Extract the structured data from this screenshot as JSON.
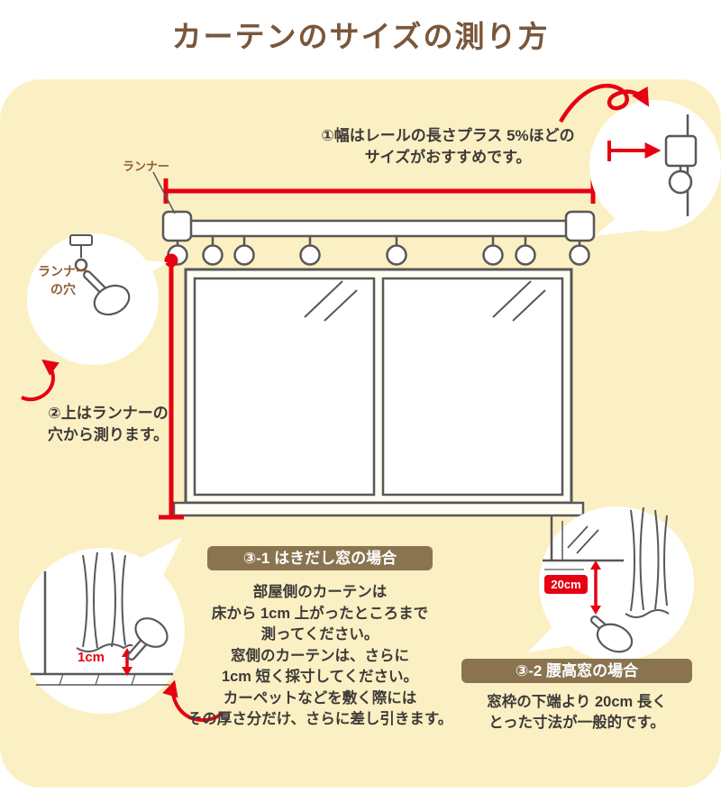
{
  "title": "カーテンのサイズの測り方",
  "labels": {
    "runner": "ランナー",
    "runner_hole_line1": "ランナー",
    "runner_hole_line2": "の穴",
    "one_cm": "1cm",
    "twenty_cm": "20cm"
  },
  "step1": {
    "line1": "①幅はレールの長さプラス 5%ほどの",
    "line2": "サイズがおすすめです。"
  },
  "step2": {
    "line1": "②上はランナーの",
    "line2": "穴から測ります。"
  },
  "step3_1": {
    "badge": "③-1 はきだし窓の場合",
    "lines": [
      "部屋側のカーテンは",
      "床から 1cm 上がったところまで",
      "測ってください。",
      "窓側のカーテンは、さらに",
      "1cm 短く採寸してください。",
      "カーペットなどを敷く際には",
      "その厚さ分だけ、さらに差し引きます。"
    ]
  },
  "step3_2": {
    "badge": "③-2 腰高窓の場合",
    "line1": "窓枠の下端より 20cm 長く",
    "line2": "とった寸法が一般的です。"
  },
  "colors": {
    "panel": "#FBF0C3",
    "red": "#E60012",
    "brown_title": "#7A573A",
    "brown_label": "#8C5F33",
    "badge": "#8A7450",
    "outline": "#595757",
    "text": "#3E3A39"
  }
}
